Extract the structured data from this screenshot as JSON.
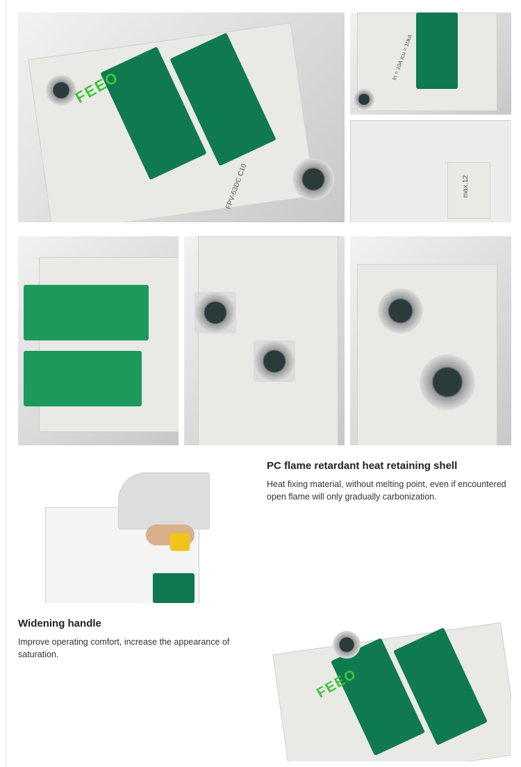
{
  "product": {
    "brand_logo": "FEEO",
    "model_label": "FPV-63DC C10",
    "rating_label": "In = 10A  Icu = 10kA",
    "max_label": "max.12"
  },
  "features": [
    {
      "title": "PC flame retardant heat retaining shell",
      "description": "Heat fixing material, without melting point, even if encountered open flame will only gradually carbonization."
    },
    {
      "title": "Widening handle",
      "description": "Improve operating comfort, increase the appearance of saturation."
    }
  ],
  "colors": {
    "handle": "#0f7a4f",
    "logo": "#3dc43a",
    "housing": "#e9e9e6"
  }
}
